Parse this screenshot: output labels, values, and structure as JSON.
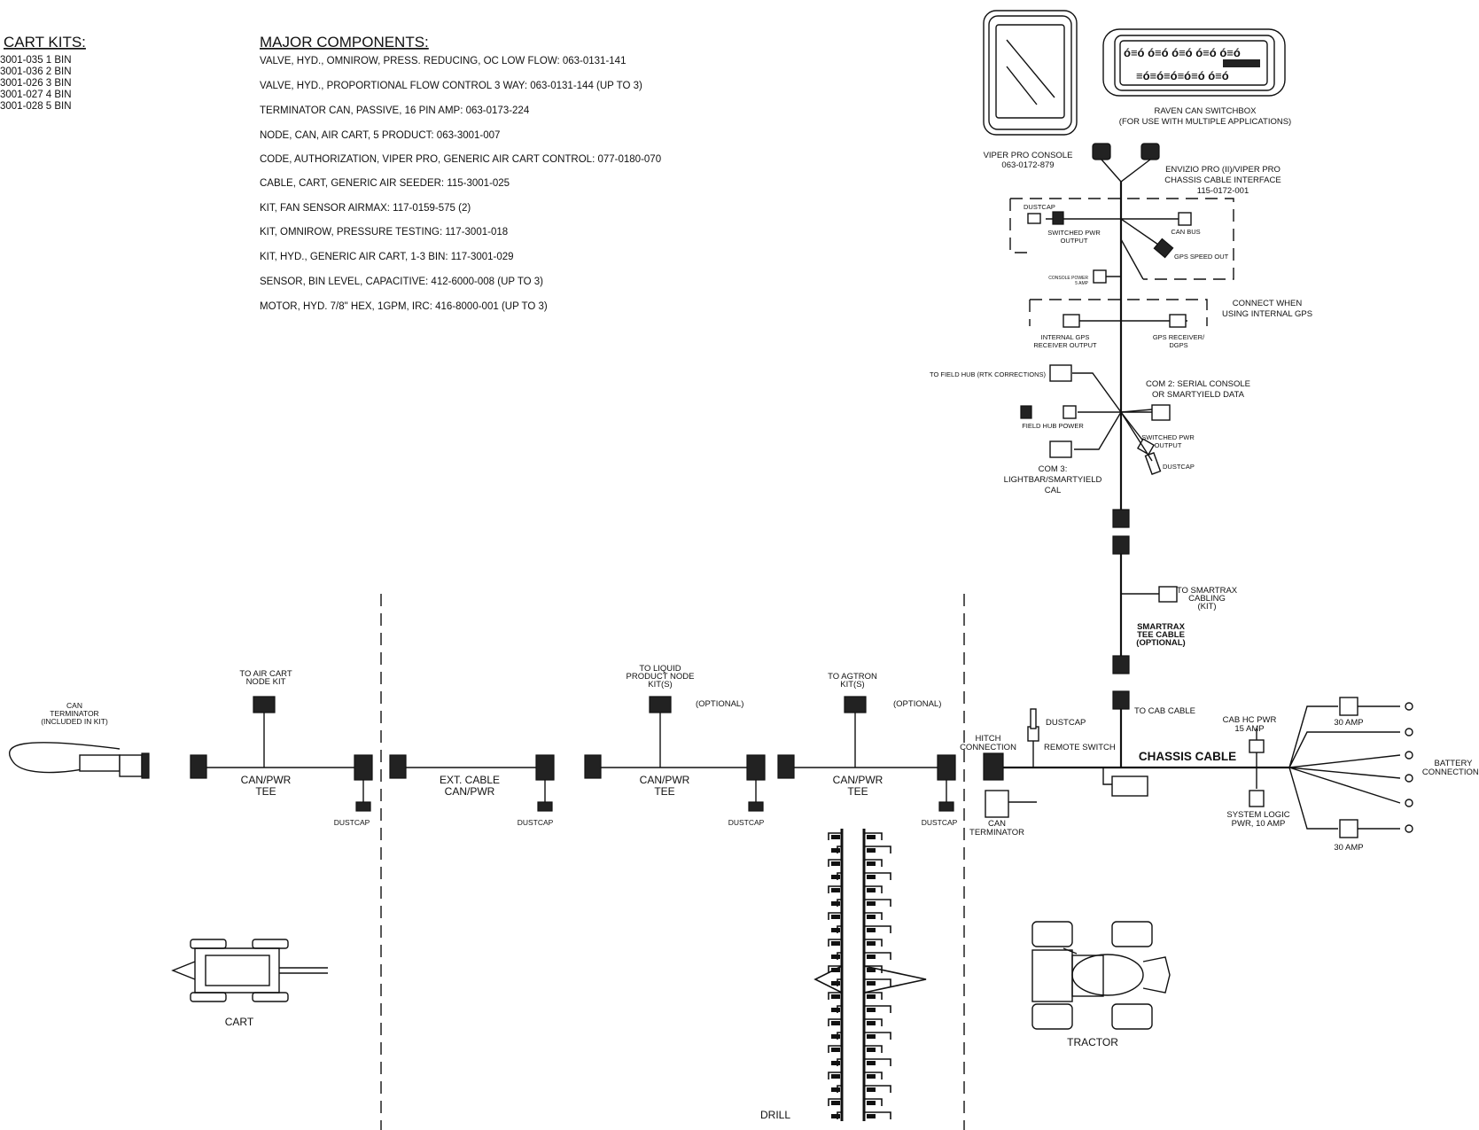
{
  "cart_kits": {
    "title": "CART KITS:",
    "items": [
      "3001-035 1 BIN",
      "3001-036 2 BIN",
      "3001-026 3 BIN",
      "3001-027 4 BIN",
      "3001-028 5 BIN"
    ]
  },
  "major_components": {
    "title": "MAJOR COMPONENTS:",
    "items": [
      "VALVE, HYD., OMNIROW, PRESS. REDUCING, OC LOW FLOW:    063-0131-141",
      "VALVE, HYD., PROPORTIONAL FLOW CONTROL 3 WAY:    063-0131-144 (UP TO 3)",
      "TERMINATOR CAN, PASSIVE, 16 PIN AMP:    063-0173-224",
      "NODE, CAN, AIR CART, 5 PRODUCT:    063-3001-007",
      "CODE, AUTHORIZATION, VIPER PRO, GENERIC AIR CART CONTROL:    077-0180-070",
      "CABLE, CART, GENERIC AIR SEEDER:    115-3001-025",
      "KIT, FAN SENSOR AIRMAX:    117-0159-575 (2)",
      "KIT, OMNIROW, PRESSURE TESTING:    117-3001-018",
      "KIT, HYD., GENERIC AIR CART, 1-3 BIN:    117-3001-029",
      "SENSOR, BIN LEVEL, CAPACITIVE:    412-6000-008 (UP TO 3)",
      "MOTOR, HYD. 7/8\" HEX, 1GPM, IRC:    416-8000-001 (UP TO 3)"
    ]
  },
  "console": {
    "line1": "VIPER PRO CONSOLE",
    "line2": "063-0172-879"
  },
  "switchbox": {
    "line1": "RAVEN CAN SWITCHBOX",
    "line2": "(FOR USE WITH MULTIPLE APPLICATIONS)"
  },
  "chassis_interface": {
    "line1": "ENVIZIO PRO (II)/VIPER PRO",
    "line2": "CHASSIS CABLE INTERFACE",
    "line3": "115-0172-001"
  },
  "harness_labels": {
    "dustcap": "DUSTCAP",
    "switched_pwr_1": "SWITCHED PWR",
    "switched_pwr_2": "OUTPUT",
    "can_bus": "CAN BUS",
    "gps_speed_out": "GPS SPEED OUT",
    "console_power_1": "CONSOLE POWER",
    "console_power_2": "5 AMP",
    "connect_when_1": "CONNECT WHEN",
    "connect_when_2": "USING INTERNAL GPS",
    "internal_gps_1": "INTERNAL GPS",
    "internal_gps_2": "RECEIVER OUTPUT",
    "gps_receiver_1": "GPS RECEIVER/",
    "gps_receiver_2": "DGPS",
    "field_hub": "TO FIELD HUB (RTK CORRECTIONS)",
    "com2_1": "COM 2: SERIAL CONSOLE",
    "com2_2": "OR SMARTYIELD DATA",
    "field_hub_power": "FIELD HUB POWER",
    "switched_pwr_b1": "SWITCHED PWR",
    "switched_pwr_b2": "OUTPUT",
    "dustcap_b": "DUSTCAP",
    "com3_1": "COM 3:",
    "com3_2": "LIGHTBAR/SMARTYIELD",
    "com3_3": "CAL",
    "smartrax_1": "TO SMARTRAX",
    "smartrax_2": "CABLING",
    "smartrax_3": "(KIT)",
    "smartrax_tee_1": "SMARTRAX",
    "smartrax_tee_2": "TEE CABLE",
    "smartrax_tee_3": "(OPTIONAL)",
    "to_cab_cable": "TO CAB CABLE"
  },
  "tractor_labels": {
    "hitch_1": "HITCH",
    "hitch_2": "CONNECTION",
    "dustcap": "DUSTCAP",
    "remote_switch": "REMOTE SWITCH",
    "chassis_cable": "CHASSIS CABLE",
    "cab_hc_1": "CAB HC PWR",
    "cab_hc_2": "15 AMP",
    "amp30_top": "30 AMP",
    "amp30_bot": "30 AMP",
    "battery_1": "BATTERY",
    "battery_2": "CONNECTIONS",
    "system_logic_1": "SYSTEM LOGIC",
    "system_logic_2": "PWR, 10 AMP",
    "can_term_1": "CAN",
    "can_term_2": "TERMINATOR",
    "tractor": "TRACTOR"
  },
  "implement_labels": {
    "can_terminator_1": "CAN",
    "can_terminator_2": "TERMINATOR",
    "can_terminator_3": "(INCLUDED IN KIT)",
    "to_air_cart_1": "TO AIR CART",
    "to_air_cart_2": "NODE KIT",
    "tee1_1": "CAN/PWR",
    "tee1_2": "TEE",
    "dustcap1": "DUSTCAP",
    "ext_1": "EXT. CABLE",
    "ext_2": "CAN/PWR",
    "dustcap2": "DUSTCAP",
    "liquid_1": "TO LIQUID",
    "liquid_2": "PRODUCT NODE",
    "liquid_3": "KIT(S)",
    "optional1": "(OPTIONAL)",
    "tee2_1": "CAN/PWR",
    "tee2_2": "TEE",
    "dustcap3": "DUSTCAP",
    "agtron_1": "TO AGTRON",
    "agtron_2": "KIT(S)",
    "optional2": "(OPTIONAL)",
    "tee3_1": "CAN/PWR",
    "tee3_2": "TEE",
    "dustcap4": "DUSTCAP",
    "cart": "CART",
    "drill": "DRILL"
  }
}
